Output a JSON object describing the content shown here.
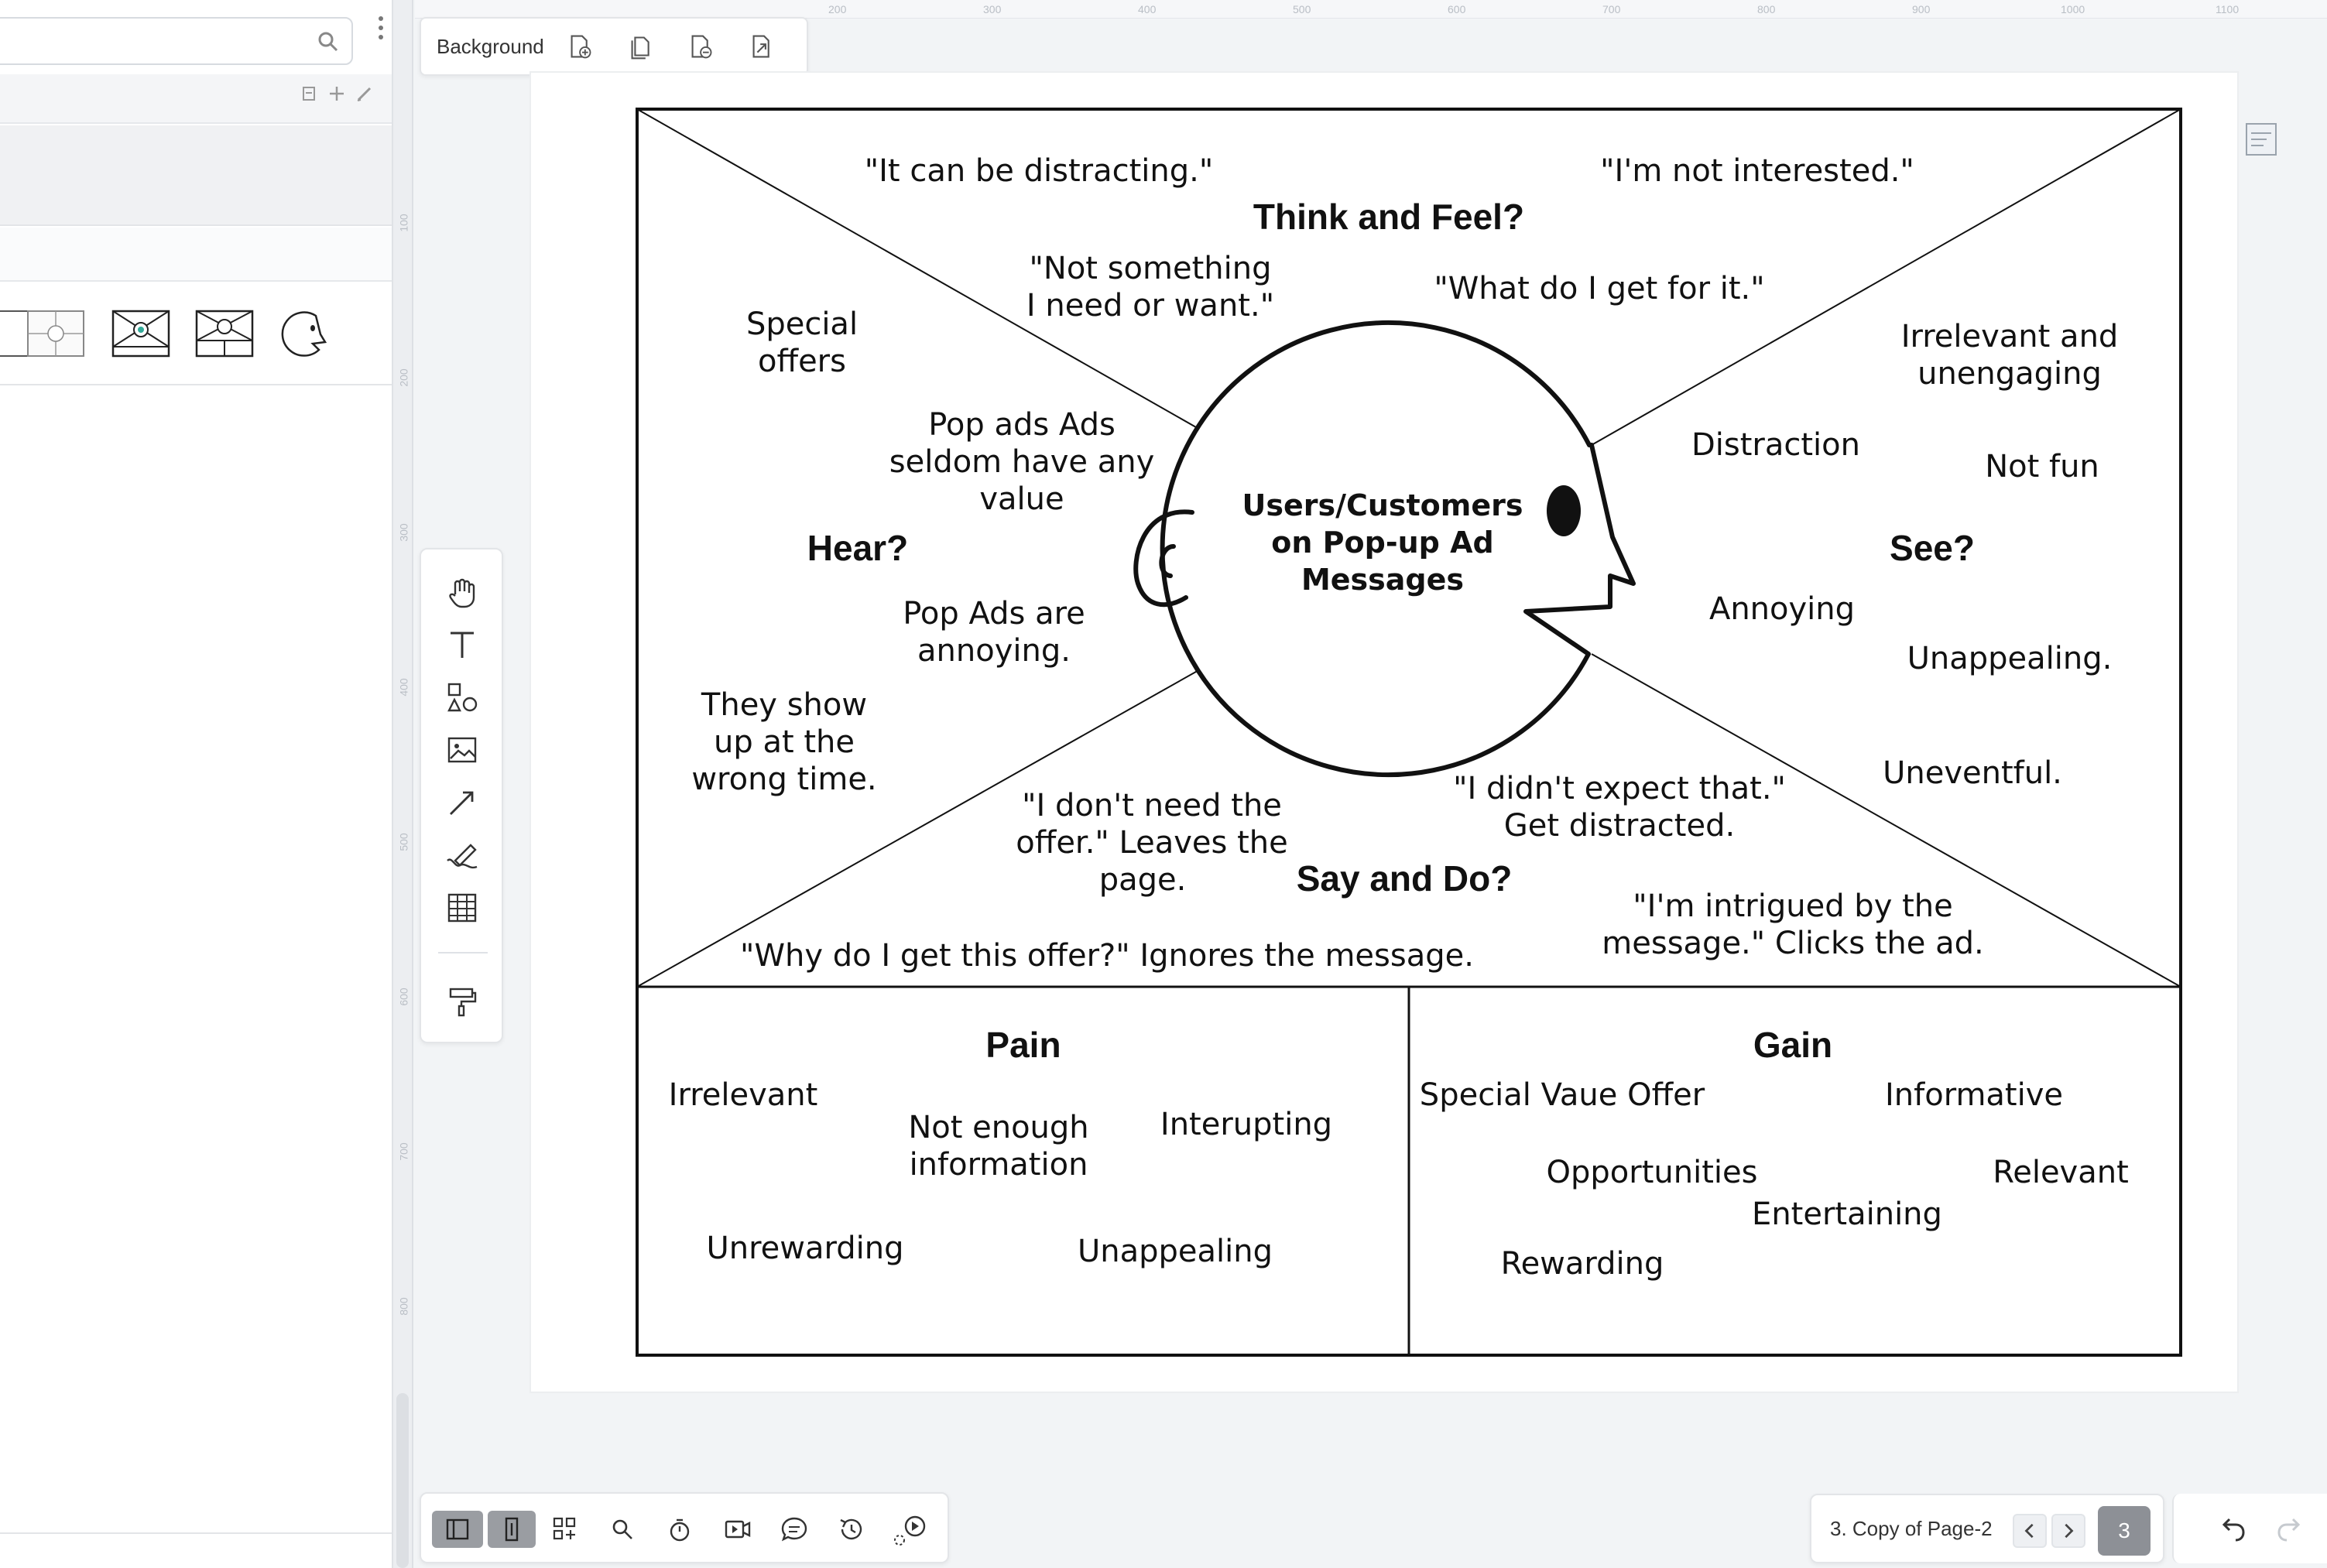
{
  "toolbar": {
    "background_label": "Background",
    "icons": [
      "add-page-icon",
      "duplicate-page-icon",
      "delete-page-icon",
      "export-page-icon"
    ]
  },
  "ruler": {
    "top_ticks": [
      "200",
      "300",
      "400",
      "500",
      "600",
      "700",
      "800",
      "900",
      "1000",
      "1100"
    ],
    "left_ticks": [
      "100",
      "200",
      "300",
      "400",
      "500",
      "600",
      "700",
      "800"
    ]
  },
  "diagram": {
    "center_label": [
      "Users/Customers",
      "on Pop-up Ad",
      "Messages"
    ],
    "quadrants": {
      "think_feel": "Think and Feel?",
      "hear": "Hear?",
      "see": "See?",
      "say_do": "Say and Do?"
    },
    "think_feel_notes": {
      "n1": "\"It can be distracting.\"",
      "n2": "\"I'm not interested.\"",
      "n3": [
        "\"Not something",
        "I need or want.\""
      ],
      "n4": "\"What do I get for it.\""
    },
    "hear_notes": {
      "n1": [
        "Special",
        "offers"
      ],
      "n2": [
        "Pop ads Ads",
        "seldom have any",
        "value"
      ],
      "n3": [
        "Pop Ads are",
        "annoying."
      ],
      "n4": [
        "They show",
        "up at the",
        "wrong time."
      ]
    },
    "see_notes": {
      "n1": [
        "Irrelevant and",
        "unengaging"
      ],
      "n2": "Distraction",
      "n3": "Not fun",
      "n4": "Annoying",
      "n5": "Unappealing.",
      "n6": "Uneventful."
    },
    "say_do_notes": {
      "n1": [
        "\"I don't need the",
        "offer.\" Leaves the",
        "page."
      ],
      "n2": [
        "\"I didn't expect that.\"",
        "Get distracted."
      ],
      "n3": [
        "\"I'm intrigued by the",
        "message.\" Clicks the ad."
      ],
      "n4": "\"Why do I get this offer?\" Ignores the message."
    },
    "pain": {
      "title": "Pain",
      "items": {
        "i1": "Irrelevant",
        "i2": [
          "Not enough",
          "information"
        ],
        "i3": "Interupting",
        "i4": "Unrewarding",
        "i5": "Unappealing"
      }
    },
    "gain": {
      "title": "Gain",
      "items": {
        "i1": "Special Vaue Offer",
        "i2": "Informative",
        "i3": "Opportunities",
        "i4": "Relevant",
        "i5": "Entertaining",
        "i6": "Rewarding"
      }
    }
  },
  "left_tools": [
    "hand-icon",
    "text-icon",
    "shapes-icon",
    "image-icon",
    "arrow-icon",
    "pen-icon",
    "table-icon",
    "format-painter-icon"
  ],
  "bottom_tools": [
    "sidebar-toggle-icon",
    "panel-toggle-icon",
    "add-widget-icon",
    "search-icon",
    "timer-icon",
    "video-icon",
    "comment-icon",
    "history-icon",
    "present-icon"
  ],
  "page_nav": {
    "page_name": "3. Copy of Page-2",
    "page_count": "3"
  }
}
